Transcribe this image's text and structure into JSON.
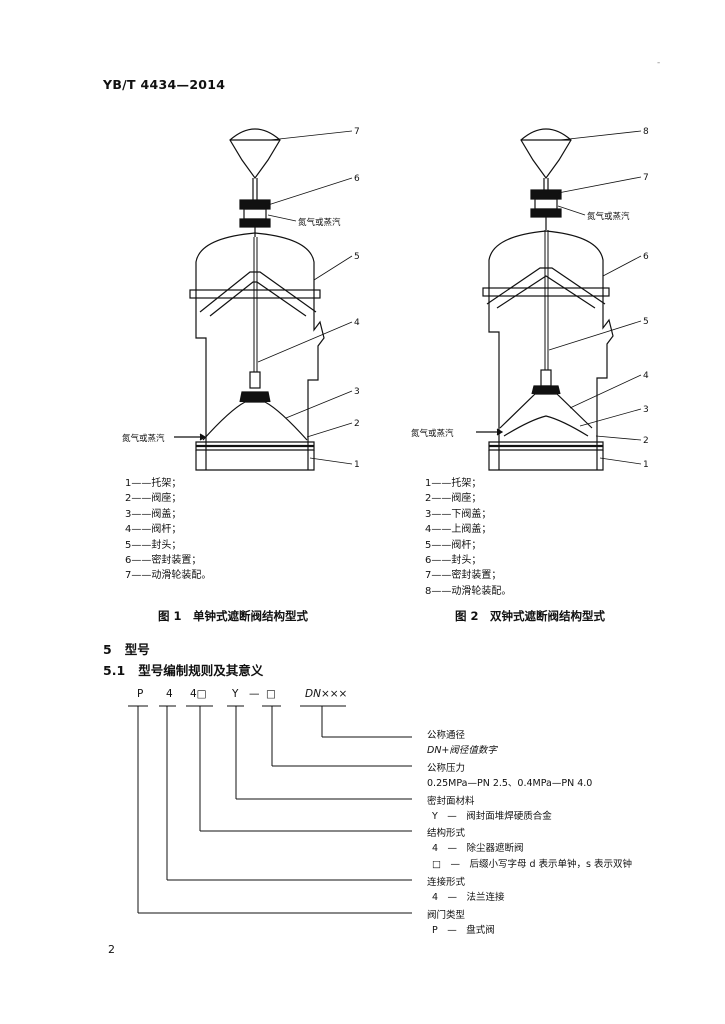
{
  "header": {
    "standard_no": "YB/T 4434—2014"
  },
  "figure1": {
    "callouts": [
      "7",
      "6",
      "5",
      "4",
      "3",
      "2",
      "1"
    ],
    "gas_label_top": "氮气或蒸汽",
    "gas_label_side": "氮气或蒸汽",
    "legend": [
      "1——托架；",
      "2——阀座；",
      "3——阀盖；",
      "4——阀杆；",
      "5——封头；",
      "6——密封装置；",
      "7——动滑轮装配。"
    ],
    "caption": "图 1　单钟式遮断阀结构型式"
  },
  "figure2": {
    "callouts": [
      "8",
      "7",
      "6",
      "5",
      "4",
      "3",
      "2",
      "1"
    ],
    "gas_label_top": "氮气或蒸汽",
    "gas_label_side": "氮气或蒸汽",
    "legend": [
      "1——托架；",
      "2——阀座；",
      "3——下阀盖；",
      "4——上阀盖；",
      "5——阀杆；",
      "6——封头；",
      "7——密封装置；",
      "8——动滑轮装配。"
    ],
    "caption": "图 2　双钟式遮断阀结构型式"
  },
  "section5": {
    "number": "5",
    "title": "型号"
  },
  "section51": {
    "number": "5.1",
    "title": "型号编制规则及其意义"
  },
  "model_code": {
    "parts": [
      "P",
      "4",
      "4□",
      "Y",
      "—",
      "□",
      "DN×××"
    ],
    "items": [
      {
        "title": "公称通径",
        "desc": "DN+阀径值数字"
      },
      {
        "title": "公称压力",
        "desc": "0.25MPa—PN 2.5、0.4MPa—PN 4.0"
      },
      {
        "title": "密封面材料",
        "desc": "Y　—　阀封面堆焊硬质合金"
      },
      {
        "title": "结构形式",
        "desc": "4　—　除尘器遮断阀",
        "desc2": "□　—　后缀小写字母 d 表示单钟，s 表示双钟"
      },
      {
        "title": "连接形式",
        "desc": "4　—　法兰连接"
      },
      {
        "title": "阀门类型",
        "desc": "P　—　盘式阀"
      }
    ]
  },
  "page_number": "2"
}
